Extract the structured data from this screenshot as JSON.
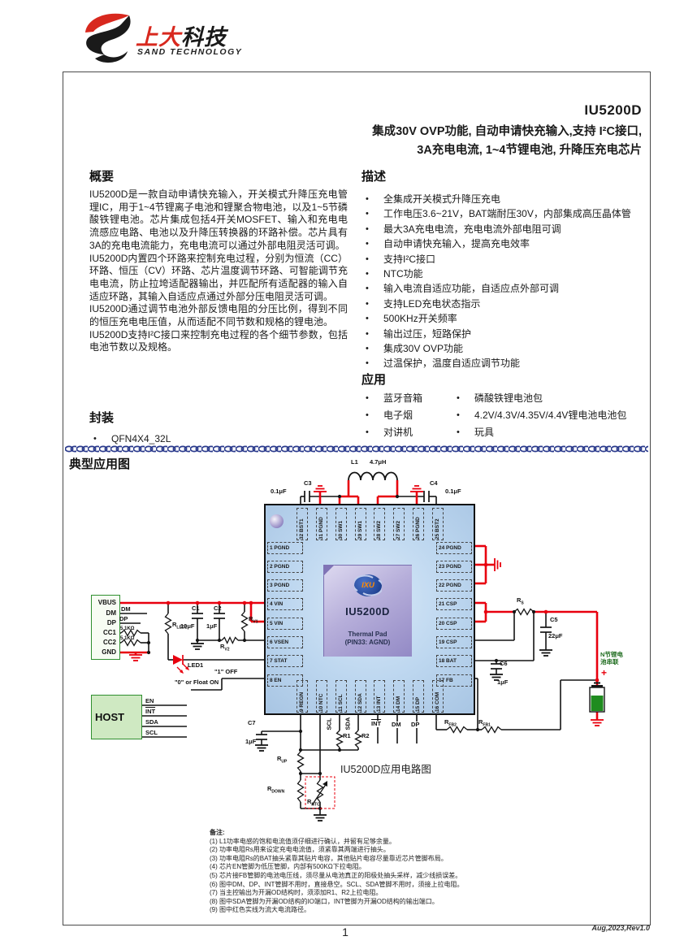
{
  "logo": {
    "cn_red": "上大",
    "cn_black": "科技",
    "en": "SAND TECHNOLOGY"
  },
  "header": {
    "part": "IU5200D",
    "subtitle1": "集成30V OVP功能, 自动申请快充输入,支持 I²C接口,",
    "subtitle2": "3A充电电流, 1~4节锂电池, 升降压充电芯片"
  },
  "overview": {
    "heading": "概要",
    "paragraphs": [
      "IU5200D是一款自动申请快充输入，开关模式升降压充电管理IC，用于1~4节锂离子电池和锂聚合物电池，以及1~5节磷酸铁锂电池。芯片集成包括4开关MOSFET、输入和充电电流感应电路、电池以及升降压转换器的环路补偿。芯片具有3A的充电电流能力，充电电流可以通过外部电阻灵活可调。",
      "IU5200D内置四个环路来控制充电过程，分别为恒流（CC）环路、恒压（CV）环路、芯片温度调节环路、可智能调节充电电流，防止拉垮适配器输出，并匹配所有适配器的输入自适应环路，其输入自适应点通过外部分压电阻灵活可调。",
      "IU5200D通过调节电池外部反馈电阻的分压比例，得到不同的恒压充电电压值，从而适配不同节数和规格的锂电池。",
      "IU5200D支持I²C接口来控制充电过程的各个细节参数，包括电池节数以及规格。"
    ]
  },
  "features": {
    "heading": "描述",
    "items": [
      "全集成开关模式升降压充电",
      "工作电压3.6~21V，BAT端耐压30V，内部集成高压晶体管",
      "最大3A充电电流，充电电流外部电阻可调",
      "自动申请快充输入，提高充电效率",
      "支持I²C接口",
      "NTC功能",
      "输入电流自适应功能，自适应点外部可调",
      "支持LED充电状态指示",
      "500KHz开关频率",
      "输出过压，短路保护",
      "集成30V OVP功能",
      "过温保护，温度自适应调节功能"
    ]
  },
  "applications": {
    "heading": "应用",
    "col1": [
      "蓝牙音箱",
      "电子烟",
      "对讲机"
    ],
    "col2": [
      "磷酸铁锂电池包",
      "4.2V/4.3V/4.35V/4.4V锂电池电池包",
      "玩具"
    ]
  },
  "package": {
    "heading": "封装",
    "item": "QFN4X4_32L"
  },
  "diagram": {
    "heading": "典型应用图",
    "chip": {
      "name": "IU5200D",
      "logo": "IXU",
      "pad1": "Thermal Pad",
      "pad2": "(PIN33: AGND)"
    },
    "pins": {
      "top": [
        "32 BST1",
        "31 PGND",
        "30 SW1",
        "29 SW1",
        "28 SW2",
        "27 SW2",
        "26 PGND",
        "25 BST2"
      ],
      "bottom": [
        "9 REGN",
        "10 NTC",
        "11 SCL",
        "12 SDA",
        "13 INT",
        "14 DM",
        "15 DP",
        "16 COM"
      ],
      "left": [
        "1 PGND",
        "2 PGND",
        "3 PGND",
        "4 VIN",
        "5 VIN",
        "6 VSEN",
        "7 STAT",
        "8 EN"
      ],
      "right": [
        "24 PGND",
        "23 PGND",
        "22 PGND",
        "21 CSP",
        "20 CSP",
        "19 CSP",
        "18 BAT",
        "17 FB"
      ]
    },
    "labels": {
      "l1": "L1",
      "l1v": "4.7μH",
      "c3": "C3",
      "c3v": "0.1μF",
      "c4": "C4",
      "c4v": "0.1μF",
      "conn": [
        "VBUS",
        "DM",
        "DP",
        "CC1",
        "CC2",
        "GND"
      ],
      "dm_stub": "DM",
      "dp_stub": "DP",
      "rcc1": "5.1KΩ",
      "rcc2": "5.1KΩ",
      "c1": "C1",
      "c1v": "10μF",
      "c2": "C2",
      "c2v": "1μF",
      "rv1": {
        "b": "R",
        "s": "V1"
      },
      "rv2": {
        "b": "R",
        "s": "V2"
      },
      "rled1": {
        "b": "R",
        "s": "LED1"
      },
      "led1": "LED1",
      "en_off": "\"1\" OFF",
      "en_on": "\"0\" or Float ON",
      "host": "HOST",
      "host_nets": [
        "EN",
        "INT",
        "SDA",
        "SCL"
      ],
      "c7": "C7",
      "c7v": "1μF",
      "rup": {
        "b": "R",
        "s": "UP"
      },
      "rdown": {
        "b": "R",
        "s": "DOWN"
      },
      "rntc": {
        "b": "R",
        "s": "NTC"
      },
      "r1": "R1",
      "r2": "R2",
      "scl_n": "SCL",
      "sda_n": "SDA",
      "int_n": "INT",
      "dm_n": "DM",
      "dp_n": "DP",
      "caption": "IU5200D应用电路图",
      "rs": {
        "b": "R",
        "s": "S"
      },
      "c5": "C5",
      "c5v": "22μF",
      "c6": "C6",
      "c6v": "1μF",
      "rfb1": {
        "b": "R",
        "s": "FB1"
      },
      "rfb2": {
        "b": "R",
        "s": "FB2"
      },
      "bat1": "N节锂电",
      "bat2": "池串联",
      "plus": "+"
    },
    "colors": {
      "wire_red": "#e8000e",
      "chip_blue": "#bcd6ef",
      "battery_green": "#1f8c1f"
    }
  },
  "notes": {
    "heading": "备注:",
    "items": [
      "(1) L1功率电感的饱和电流值须仔细进行确认，并留有足够余量。",
      "(2) 功率电阻Rs用来设定充电电流值，须紧靠其两端进行抽头。",
      "(3) 功率电阻Rs的BAT抽头紧靠其贴片电容，其他贴片电容尽量靠近芯片管脚布局。",
      "(4) 芯片EN管脚为低压管脚，内部有500KΩ下拉电阻。",
      "(5) 芯片接FB管脚的电池电压线，须尽量从电池真正的阳极处抽头采样，减少线损误差。",
      "(6) 图中DM、DP、INT管脚不用时，直接悬空。SCL、SDA管脚不用时，须接上拉电阻。",
      "(7) 当主控输出为开漏OD结构时，须添加R1、R2上拉电阻。",
      "(8) 图中SDA管脚为开漏OD结构的IO端口，INT管脚为开漏OD结构的输出端口。",
      "(9) 图中红色实线为流大电流路径。"
    ]
  },
  "footer": {
    "page": "1",
    "rev": "Aug,2023,Rev1.0"
  }
}
